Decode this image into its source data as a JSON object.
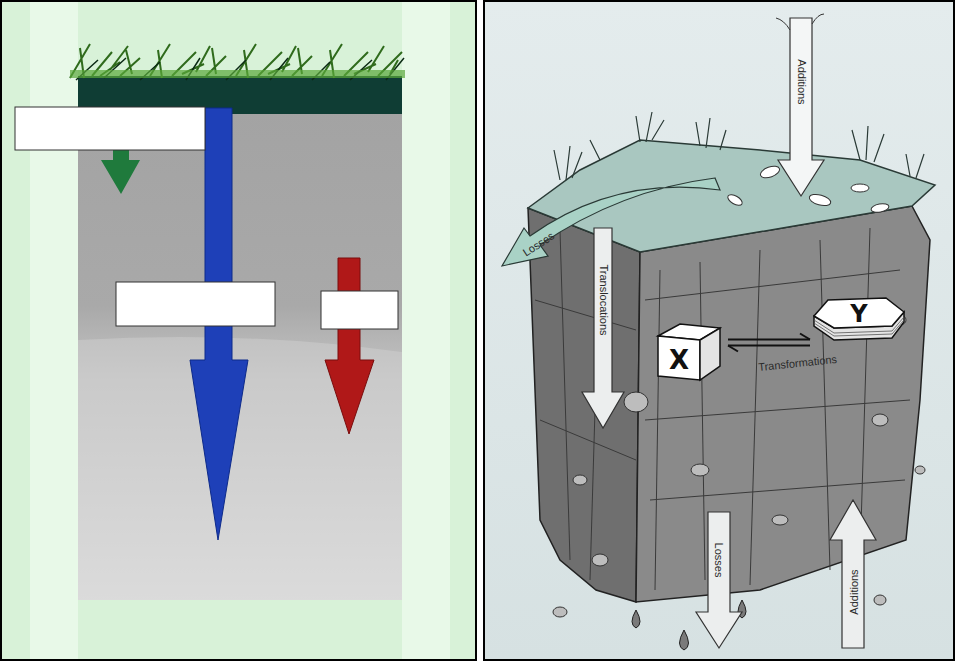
{
  "diagram": {
    "nodes": [
      {
        "text": [
          "X"
        ]
      },
      {
        "text": [
          "Y"
        ]
      }
    ],
    "edges": [
      {
        "from": 0,
        "to": 1,
        "arrow": "both",
        "label": "Transformations"
      }
    ],
    "labels": [
      "Additions",
      "Losses",
      "Translocations",
      "Losses",
      "Additions"
    ]
  }
}
